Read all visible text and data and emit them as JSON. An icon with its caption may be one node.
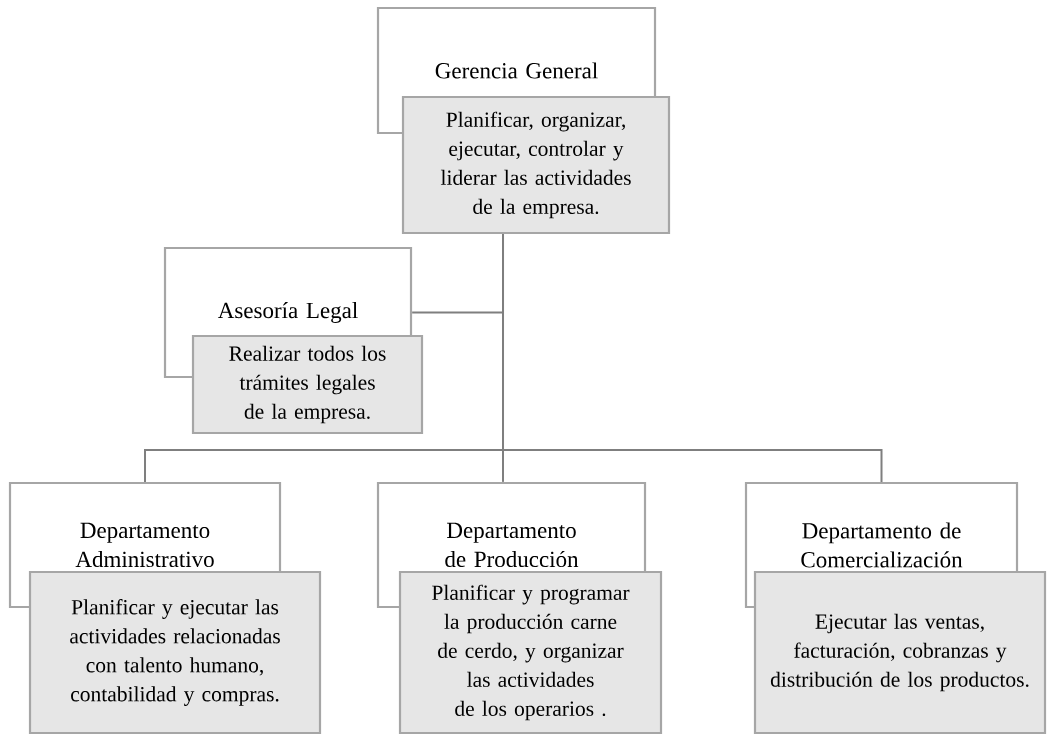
{
  "diagram": {
    "nodes": [
      {
        "text": [
          "Gerencia General"
        ]
      },
      {
        "text": [
          "Planificar, organizar, ejecutar, controlar y liderar las actividades de la empresa."
        ]
      },
      {
        "text": [
          "Asesoría Legal"
        ]
      },
      {
        "text": [
          "Realizar todos los trámites legales de la empresa."
        ]
      },
      {
        "text": [
          "Departamento Administrativo"
        ]
      },
      {
        "text": [
          "Planificar y ejecutar las actividades relacionadas con talento humano, contabilidad y compras."
        ]
      },
      {
        "text": [
          "Departamento de Producción"
        ]
      },
      {
        "text": [
          "Planificar y programar la producción carne de cerdo, y organizar las actividades de los operarios ."
        ]
      },
      {
        "text": [
          "Departamento de Comercialización"
        ]
      },
      {
        "text": [
          "Ejecutar las ventas, facturación, cobranzas y distribución de los productos."
        ]
      }
    ],
    "edges": [
      {
        "from": 1,
        "to": 2,
        "arrow": "none"
      },
      {
        "from": 1,
        "to": 4,
        "arrow": "none"
      },
      {
        "from": 1,
        "to": 6,
        "arrow": "none"
      },
      {
        "from": 1,
        "to": 8,
        "arrow": "none"
      }
    ]
  }
}
